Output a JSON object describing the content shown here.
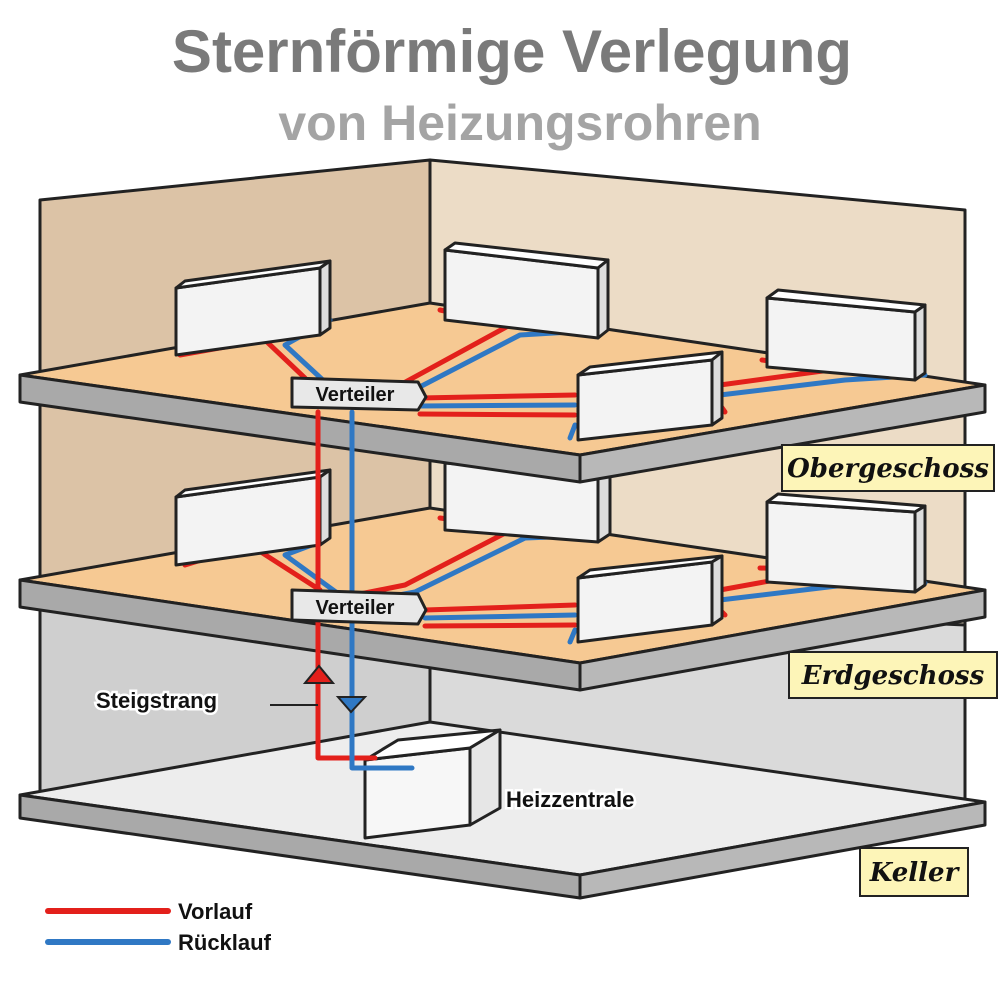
{
  "title": "Sternförmige Verlegung",
  "subtitle": "von Heizungsrohren",
  "labels": {
    "distributor_upper": "Verteiler",
    "distributor_ground": "Verteiler",
    "riser": "Steigstrang",
    "boiler": "Heizzentrale"
  },
  "floors": {
    "upper": "Obergeschoss",
    "ground": "Erdgeschoss",
    "basement": "Keller"
  },
  "legend": {
    "supply": "Vorlauf",
    "return": "Rücklauf"
  },
  "colors": {
    "supply": "#e3201b",
    "return": "#2f78c4",
    "floor": "#f6c993",
    "slab": "#a9a9a9",
    "wall_left": "#dcc3a6",
    "wall_right": "#ecdcc6",
    "basement_wall": "#cfcfcf",
    "label_bg": "#fdf5b8"
  }
}
